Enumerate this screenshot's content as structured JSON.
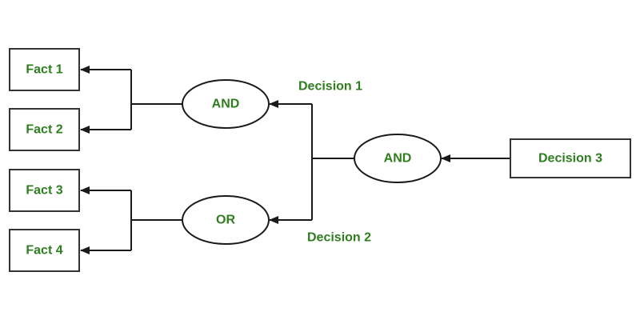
{
  "colors": {
    "text": "#2e7d1e",
    "stroke": "#1a1a1a",
    "background": "#ffffff"
  },
  "nodes": {
    "fact1": "Fact 1",
    "fact2": "Fact 2",
    "fact3": "Fact 3",
    "fact4": "Fact 4",
    "and_upper": "AND",
    "or_lower": "OR",
    "and_root": "AND",
    "decision3": "Decision 3"
  },
  "edge_labels": {
    "decision1": "Decision 1",
    "decision2": "Decision 2"
  }
}
